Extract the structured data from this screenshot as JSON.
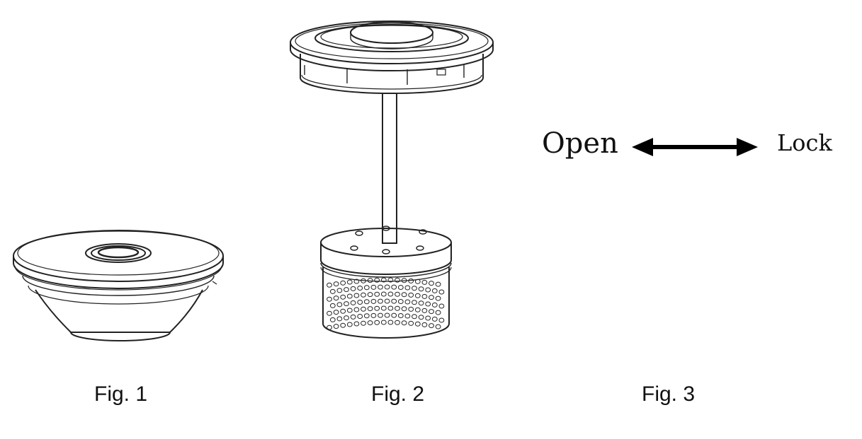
{
  "captions": {
    "fig1": "Fig. 1",
    "fig2": "Fig. 2",
    "fig3": "Fig. 3"
  },
  "fig3": {
    "open_label": "Open",
    "lock_label": "Lock"
  },
  "colors": {
    "line": "#222222",
    "background": "#ffffff"
  }
}
